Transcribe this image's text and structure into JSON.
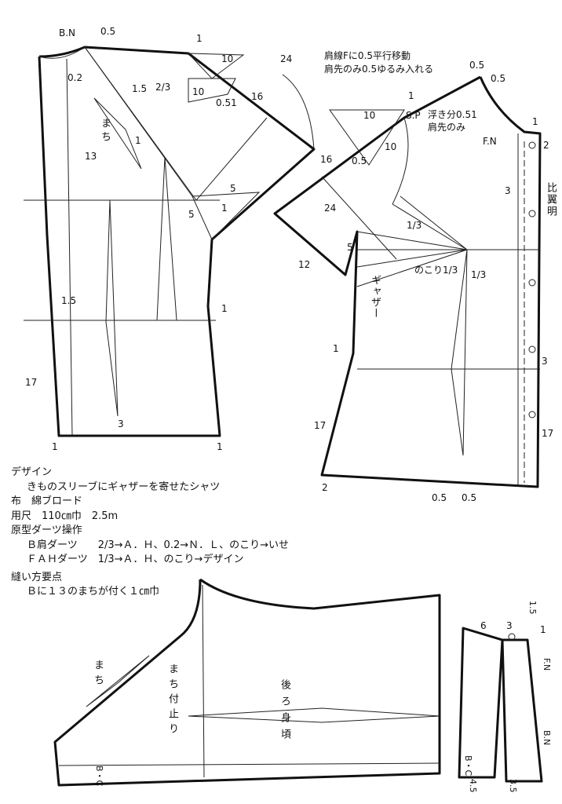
{
  "notes": {
    "design_heading": "デザイン",
    "design": "きものスリーブにギャザーを寄せたシャツ",
    "fabric": "布　綿ブロード",
    "yardage": "用尺　110㎝巾　2.5m",
    "dart_heading": "原型ダーツ操作",
    "dart_b": "Ｂ肩ダーツ　　2/3→Ａ．Ｈ、0.2→Ｎ．Ｌ、のこり→いせ",
    "dart_fah": "ＦＡＨダーツ　1/3→Ａ．Ｈ、のこり→デザイン",
    "sewing_heading": "縫い方要点",
    "sewing": "Ｂに１３のまちが付く１㎝巾"
  },
  "front_notes": {
    "line1": "肩線Fに0.5平行移動",
    "line2": "肩先のみ0.5ゆるみ入れる",
    "float": "浮き分0.51",
    "float2": "肩先のみ"
  },
  "back_labels": {
    "bn": "B.N",
    "half": "0.5",
    "one": "1",
    "ten_a": "10",
    "ten_b": "10",
    "twentyfour": "24",
    "zero2": "0.2",
    "one5": "1.5",
    "two3": "2/3",
    "zero51": "0.51",
    "sixteen": "16",
    "machi": "まち",
    "one_b": "1",
    "thirteen": "13",
    "five": "5",
    "one_c": "1",
    "five_b": "5",
    "one5_b": "1.5",
    "one_d": "1",
    "seventeen": "17",
    "three": "3",
    "one_e": "1",
    "one_f": "1"
  },
  "front_labels": {
    "half": "0.5",
    "half_down": "0.5",
    "one": "1",
    "sp": "S.P",
    "ten_a": "10",
    "ten_b": "10",
    "one_r": "1",
    "fn": "F.N",
    "two": "2",
    "sixteen": "16",
    "zero5": "0.5",
    "three": "3",
    "hiyoku": "比翼明",
    "twentyfour": "24",
    "one3_a": "1/3",
    "five": "5",
    "twelve": "12",
    "nokori": "のこり1/3",
    "one3_b": "1/3",
    "gather": "ギャザー",
    "one_l": "1",
    "seventeen": "17",
    "three_b": "3",
    "seventeen_b": "17",
    "two_b": "2",
    "half_a": "0.5",
    "half_b": "0.5"
  },
  "bottom_labels": {
    "machi": "まち",
    "machi_stop": "まち付止り",
    "back_body": "後ろ身頃",
    "bc": "B・C"
  },
  "collar_labels": {
    "six": "6",
    "three": "3",
    "one5": "1.5",
    "one": "1",
    "fn": "F.N",
    "bn": "B.N",
    "bc": "B・C",
    "four5": "4.5",
    "three5": "3.5"
  }
}
